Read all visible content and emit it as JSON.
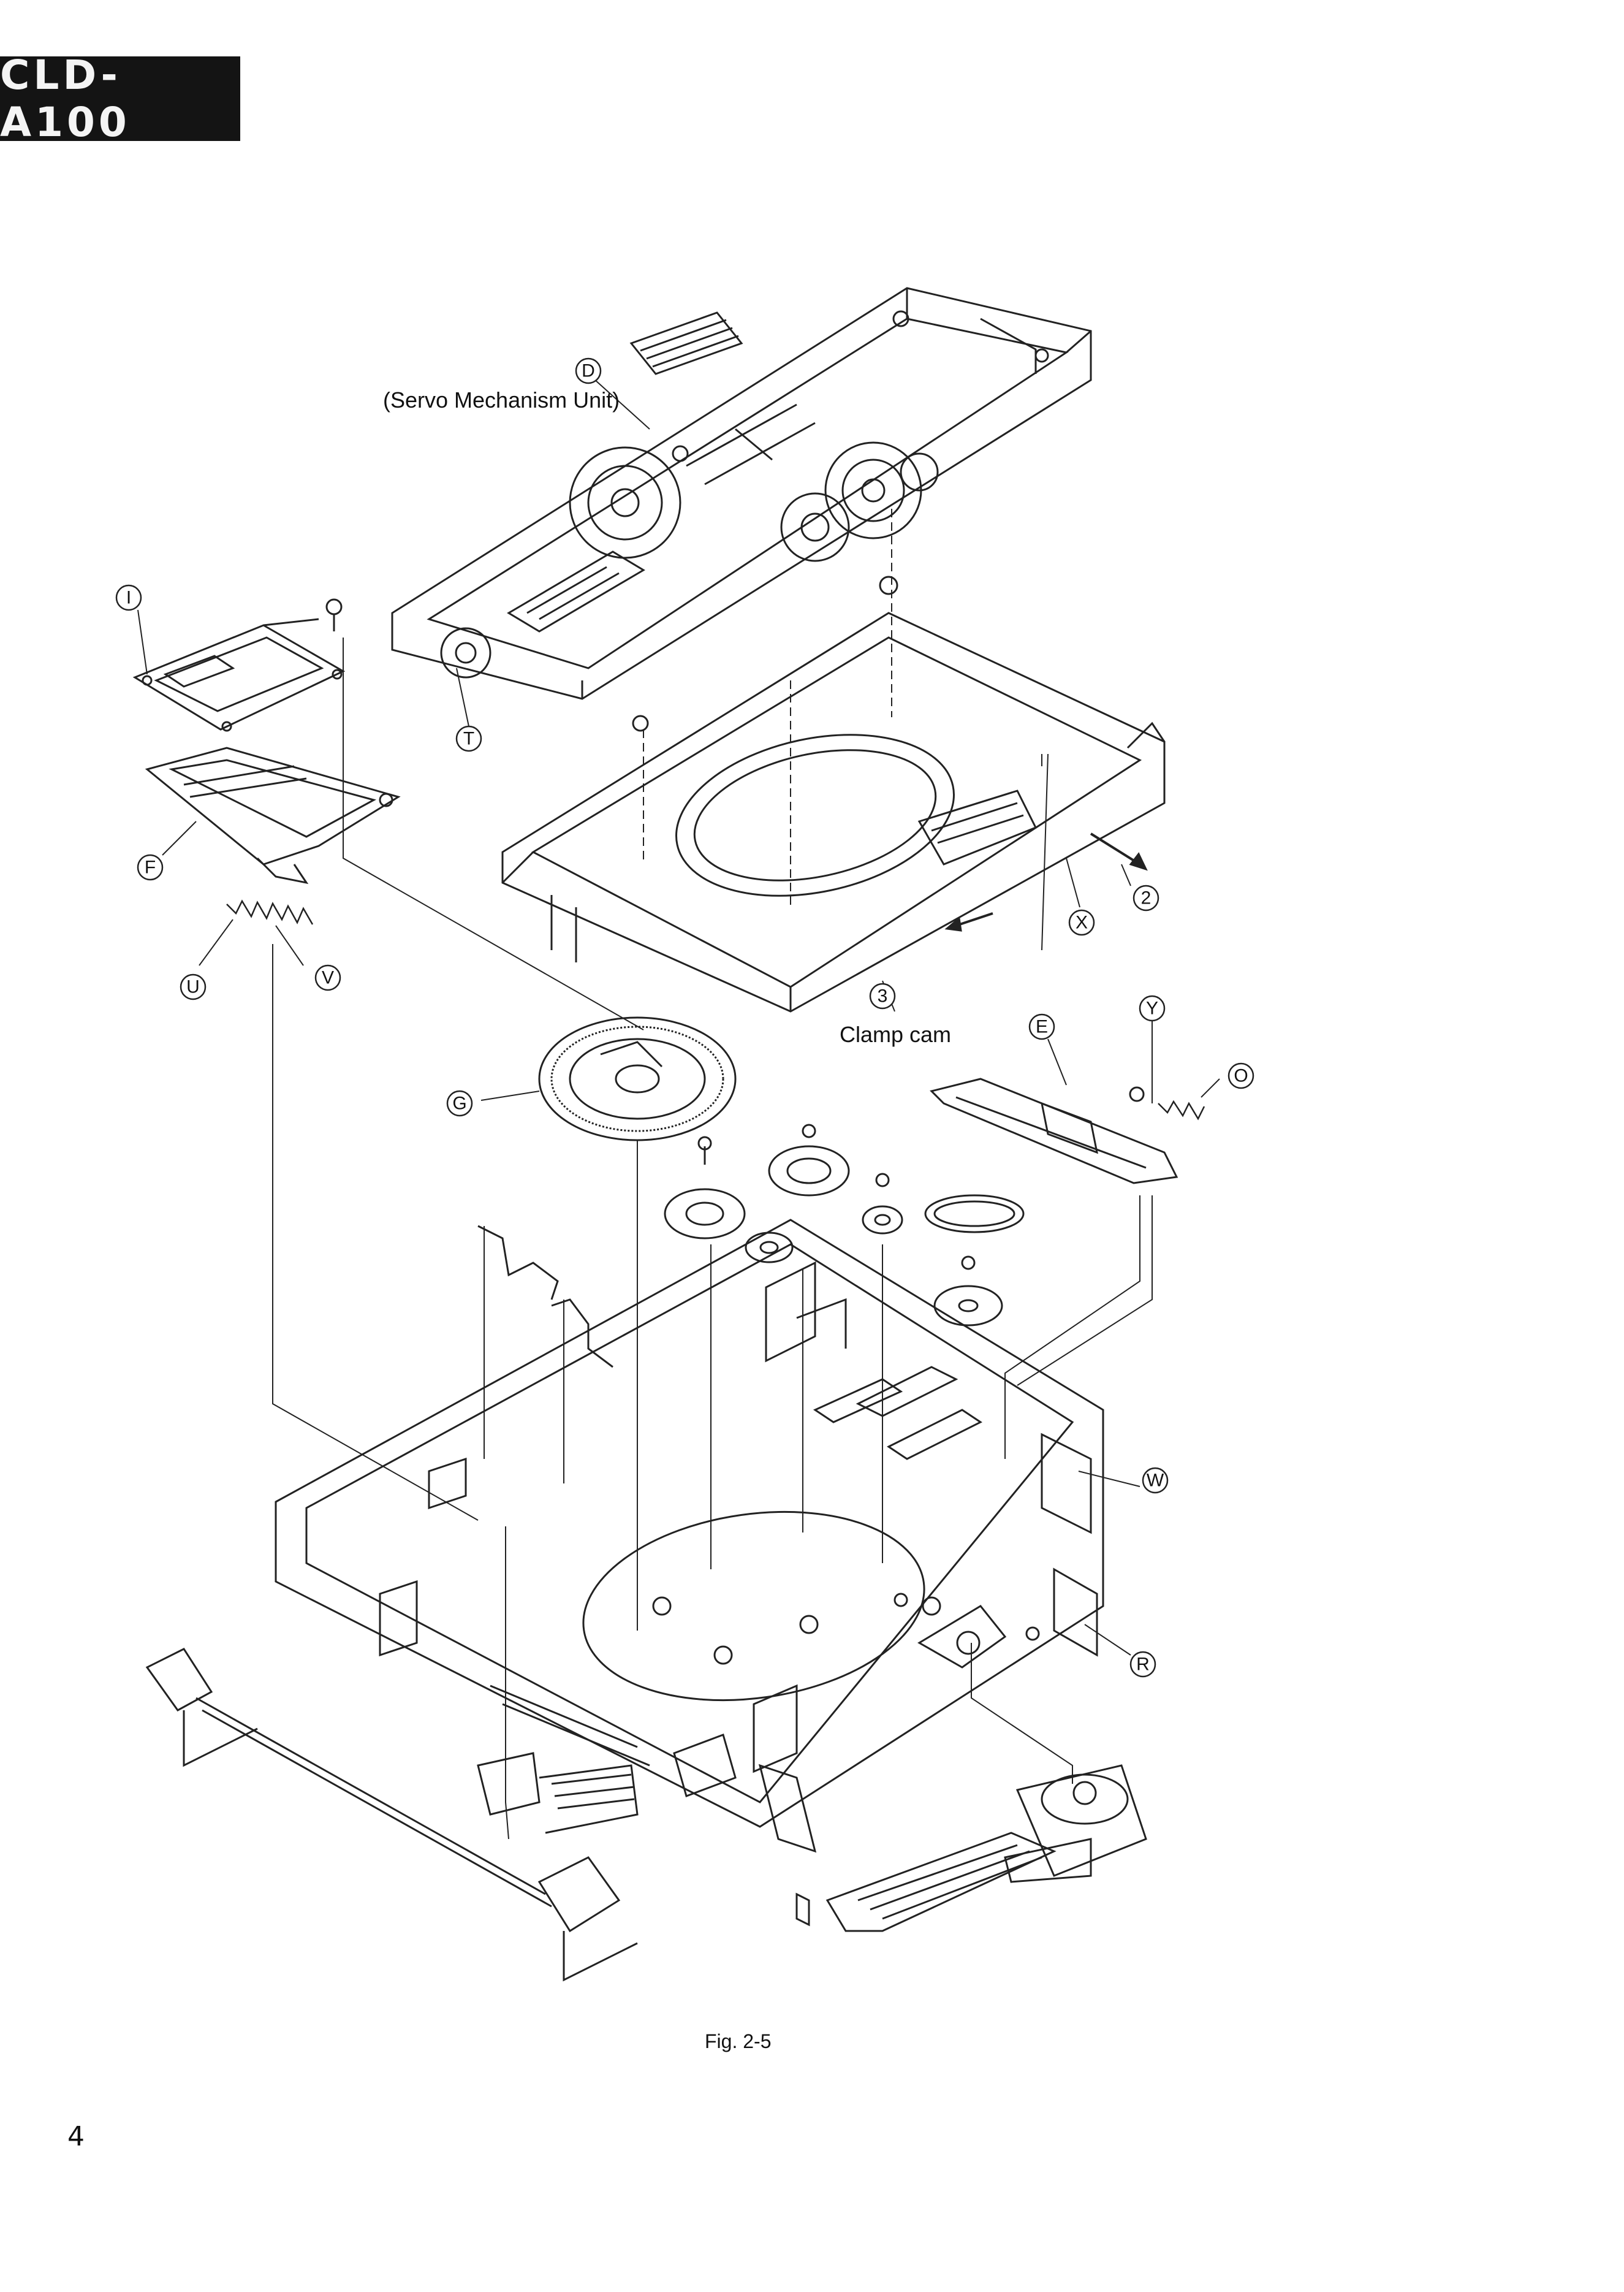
{
  "header": {
    "model": "CLD-A100"
  },
  "labels": {
    "servo_unit": "(Servo Mechanism Unit)",
    "clamp_cam": "Clamp cam"
  },
  "callouts": {
    "D": "D",
    "I": "I",
    "T": "T",
    "F": "F",
    "U": "U",
    "V": "V",
    "X": "X",
    "n2": "2",
    "n3": "3",
    "E": "E",
    "Y": "Y",
    "O": "O",
    "G": "G",
    "W": "W",
    "R": "R"
  },
  "figure_caption": "Fig. 2-5",
  "page_number": "4"
}
